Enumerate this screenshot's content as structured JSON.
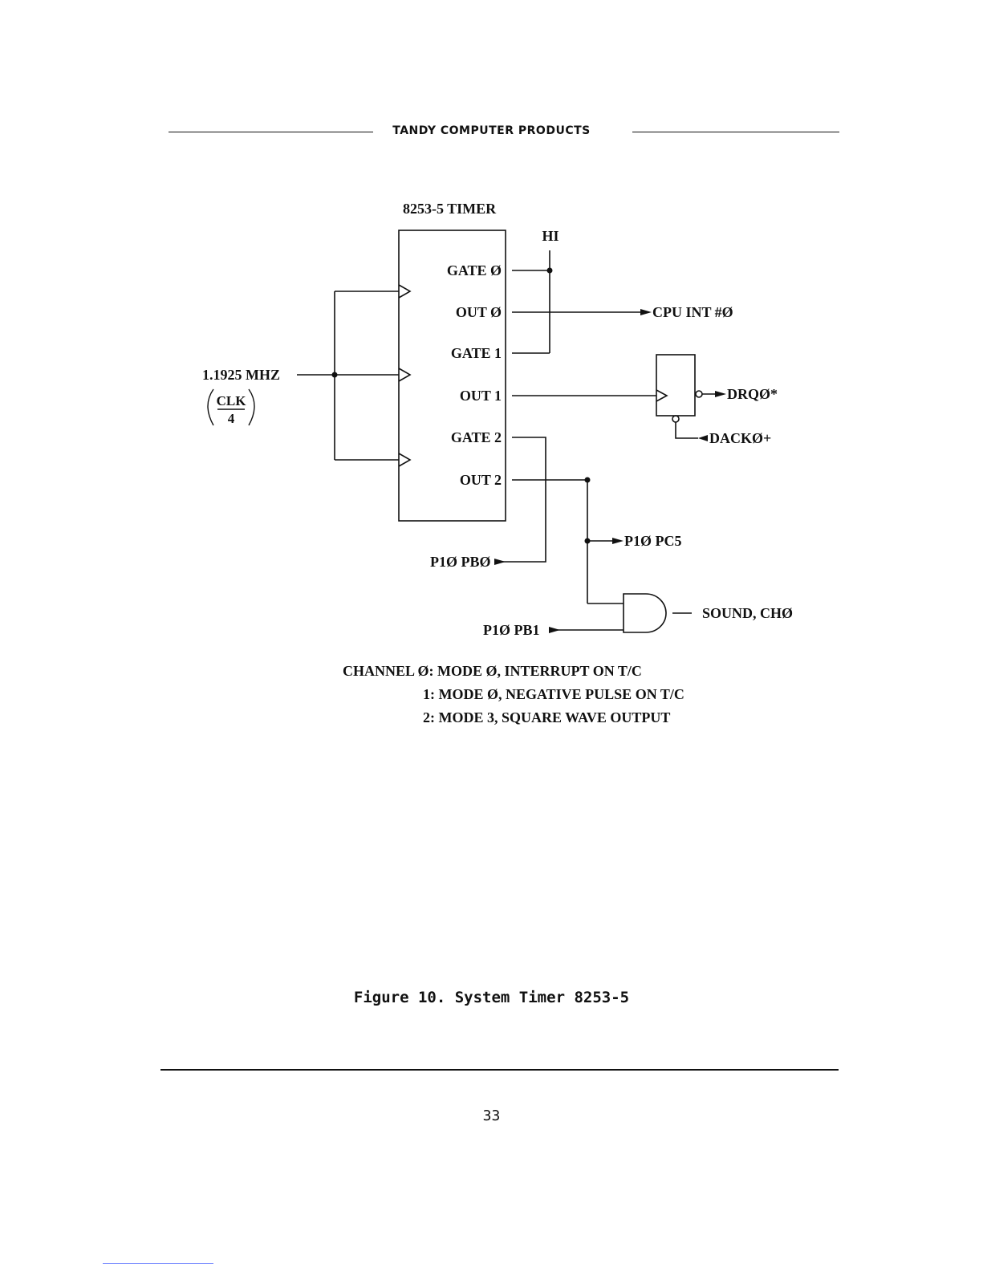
{
  "header": {
    "title": "TANDY COMPUTER PRODUCTS"
  },
  "diagram": {
    "timer_title": "8253-5 TIMER",
    "hi_label": "HI",
    "pins": [
      "GATE Ø",
      "OUT Ø",
      "GATE 1",
      "OUT 1",
      "GATE 2",
      "OUT 2"
    ],
    "clock_label": "1.1925 MHZ",
    "clk_num": "CLK",
    "clk_den": "4",
    "cpu_int": "CPU  INT #Ø",
    "drq": "DRQØ*",
    "dack": "DACKØ+",
    "pc5": "P1Ø PC5",
    "pb0": "P1Ø PBØ",
    "pb1": "P1Ø PB1",
    "sound": "SOUND, CHØ"
  },
  "modes": {
    "line1": "CHANNEL Ø: MODE Ø, INTERRUPT ON T/C",
    "line2": "1: MODE Ø, NEGATIVE PULSE ON T/C",
    "line3": "2: MODE 3, SQUARE WAVE OUTPUT"
  },
  "caption": "Figure 10. System Timer 8253-5",
  "page_number": "33"
}
